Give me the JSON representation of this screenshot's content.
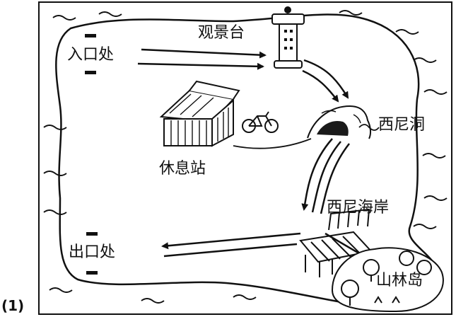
{
  "figure_number": "(1)",
  "places": {
    "entrance": "入口处",
    "exit": "出口处",
    "tower": "观景台",
    "rest_station": "休息站",
    "cave": "西尼洞",
    "coast": "西尼海岸",
    "forest_island": "山林岛"
  },
  "colors": {
    "ink": "#111111",
    "paper": "#ffffff",
    "cave_dark": "#1a1a1a"
  }
}
